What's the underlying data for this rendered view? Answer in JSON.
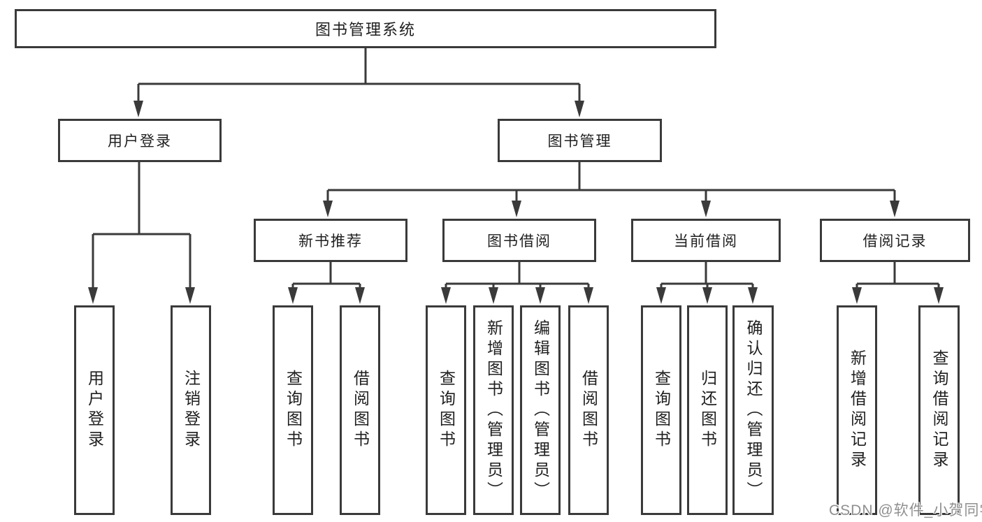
{
  "diagram": {
    "root": {
      "label": "图书管理系统"
    },
    "branches": [
      {
        "label": "用户登录",
        "leaves": [
          {
            "label": "用户登录"
          },
          {
            "label": "注销登录"
          }
        ]
      },
      {
        "label": "图书管理",
        "sections": [
          {
            "label": "新书推荐",
            "leaves": [
              {
                "label": "查询图书"
              },
              {
                "label": "借阅图书"
              }
            ]
          },
          {
            "label": "图书借阅",
            "leaves": [
              {
                "label": "查询图书"
              },
              {
                "label": "新增图书（管理员）"
              },
              {
                "label": "编辑图书（管理员）"
              },
              {
                "label": "借阅图书"
              }
            ]
          },
          {
            "label": "当前借阅",
            "leaves": [
              {
                "label": "查询图书"
              },
              {
                "label": "归还图书"
              },
              {
                "label": "确认归还（管理员）"
              }
            ]
          },
          {
            "label": "借阅记录",
            "leaves": [
              {
                "label": "新增借阅记录"
              },
              {
                "label": "查询借阅记录"
              }
            ]
          }
        ]
      }
    ]
  },
  "watermark": {
    "text": "CSDN @软件_小贺同学"
  },
  "colors": {
    "line": "#3a3a3a",
    "node_background": "#ffffff",
    "node_text": "#1f1f1f",
    "watermark_text": "#8f8f8f"
  }
}
